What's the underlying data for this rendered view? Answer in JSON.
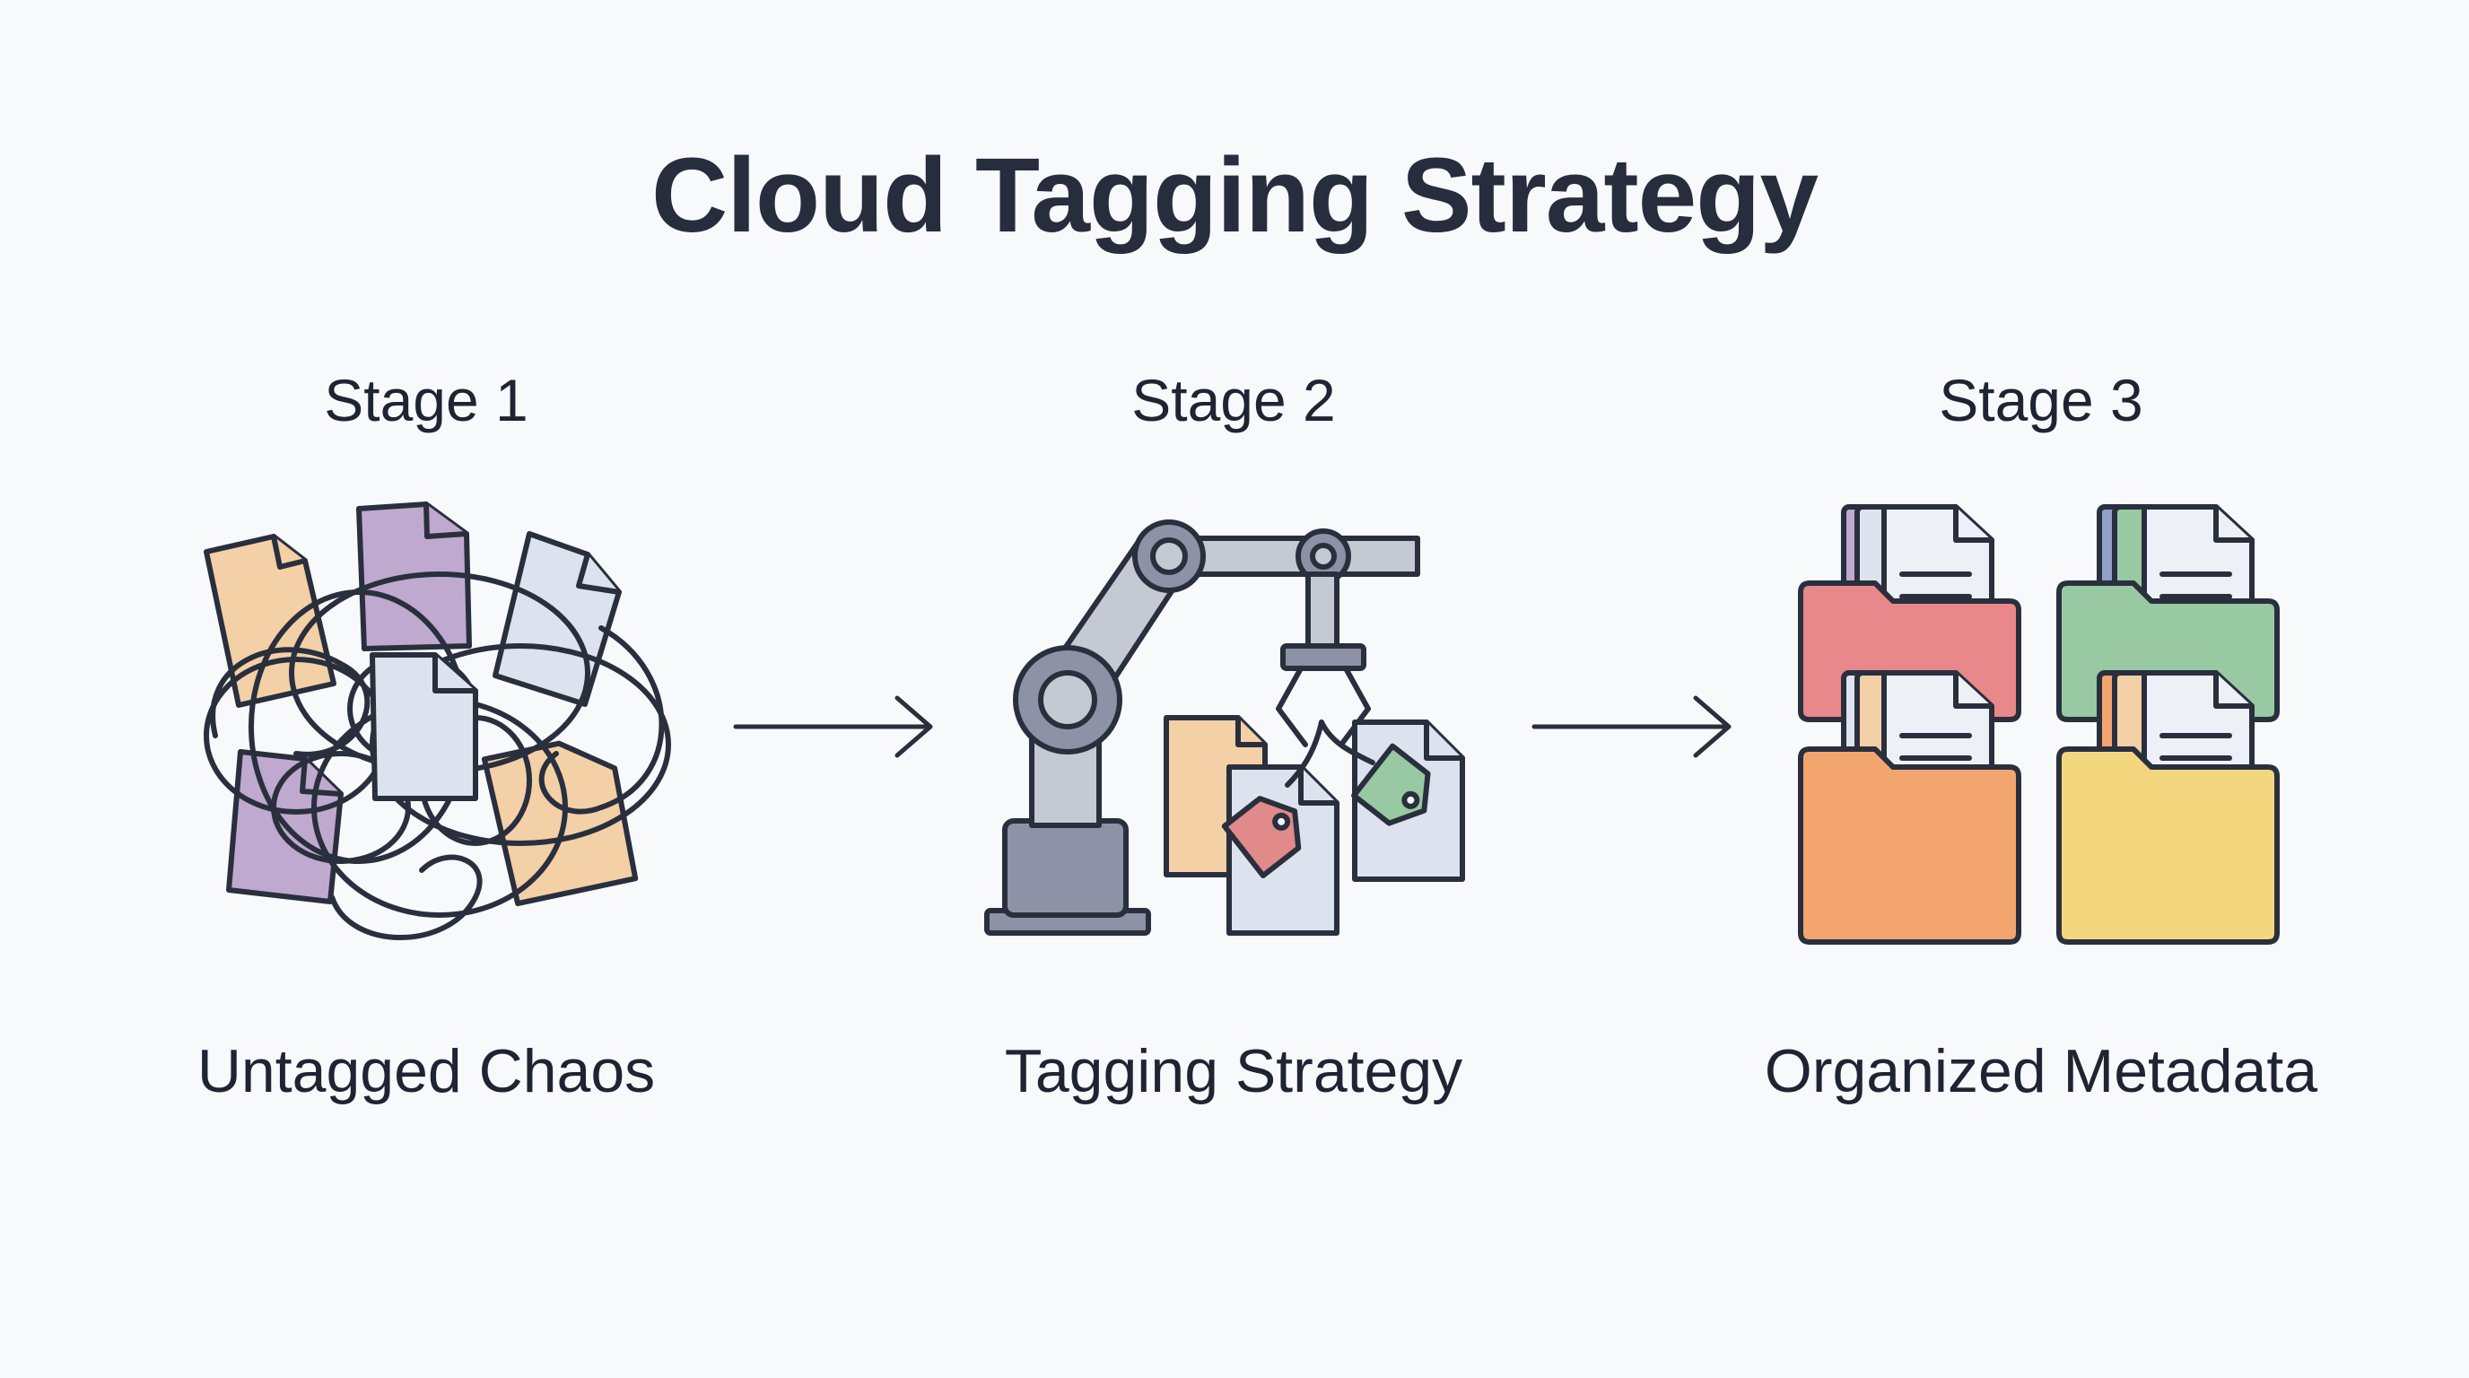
{
  "title": "Cloud Tagging Strategy",
  "stages": [
    {
      "label": "Stage 1",
      "caption": "Untagged Chaos",
      "icon": "scattered-files-icon"
    },
    {
      "label": "Stage 2",
      "caption": "Tagging Strategy",
      "icon": "robot-arm-tagging-icon"
    },
    {
      "label": "Stage 3",
      "caption": "Organized Metadata",
      "icon": "organized-folders-icon"
    }
  ],
  "connectors": [
    "arrow-right-icon",
    "arrow-right-icon"
  ],
  "colors": {
    "outline": "#2a2f3e",
    "orange": "#f3d0a6",
    "purple": "#bfa9cf",
    "blue": "#dce3ef",
    "red_folder": "#e9888a",
    "green_folder": "#98c9a2",
    "orange_folder": "#f3a56f",
    "yellow_folder": "#f2d77e",
    "robot_gray": "#c4c9d3",
    "robot_dark": "#8e92a6"
  }
}
